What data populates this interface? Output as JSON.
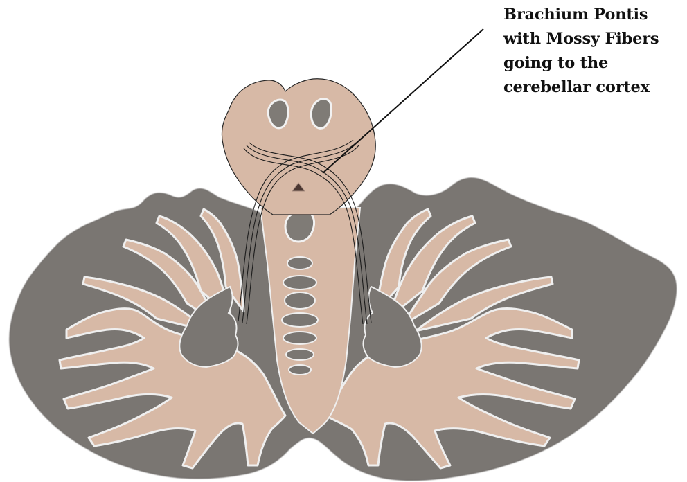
{
  "label": {
    "lines": [
      "Brachium Pontis",
      "with Mossy Fibers",
      "going to the",
      "cerebellar cortex"
    ]
  },
  "colors": {
    "grey_matter": "#7a7672",
    "white_matter": "#d7b9a6",
    "pons": "#d7b9a6",
    "ventricle": "#7f7b76",
    "halo": "#f2f2f2",
    "outline": "#262626",
    "fibers": "#1c1c1c",
    "aqueduct": "#4a3631",
    "text": "#111111"
  }
}
